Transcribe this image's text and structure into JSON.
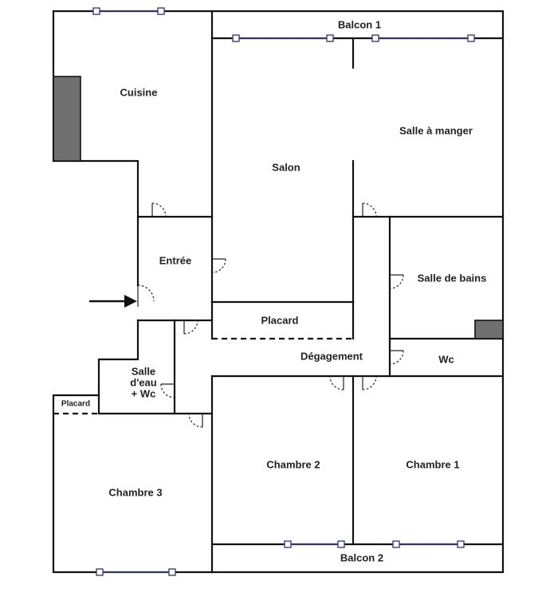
{
  "plan": {
    "rooms": {
      "balcon1": "Balcon 1",
      "cuisine": "Cuisine",
      "salle_a_manger": "Salle à manger",
      "salon": "Salon",
      "entree": "Entrée",
      "salle_de_bains": "Salle de bains",
      "placard_central": "Placard",
      "degagement": "Dégagement",
      "wc": "Wc",
      "salle_eau_line1": "Salle",
      "salle_eau_line2": "d'eau",
      "salle_eau_line3": "+ Wc",
      "placard_small": "Placard",
      "chambre3": "Chambre 3",
      "chambre2": "Chambre 2",
      "chambre1": "Chambre 1",
      "balcon2": "Balcon 2"
    },
    "entrance_marker": "arrow-right-icon"
  }
}
